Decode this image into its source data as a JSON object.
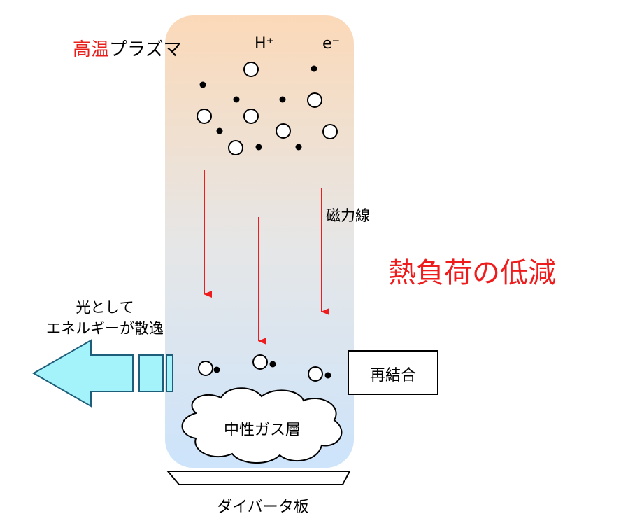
{
  "plasma_label": {
    "accent": "高温",
    "rest": "プラズマ",
    "accent_color": "#e8201c"
  },
  "h_plus": "H⁺",
  "e_minus": "e⁻",
  "field_line_label": "磁力線",
  "heat_load_label": "熱負荷の低減",
  "radiation_label": {
    "line1": "光として",
    "line2": "エネルギーが散逸"
  },
  "recombination_label": "再結合",
  "neutral_gas_label": "中性ガス層",
  "divertor_label": "ダイバータ板",
  "colors": {
    "column_top": "#fbd9b8",
    "column_mid": "#e6e6e6",
    "column_bottom": "#cde4fb",
    "arrow_red": "#ee1c1c",
    "radiation_arrow": "#a4f3fa",
    "heat_text": "#ee1c1c"
  }
}
